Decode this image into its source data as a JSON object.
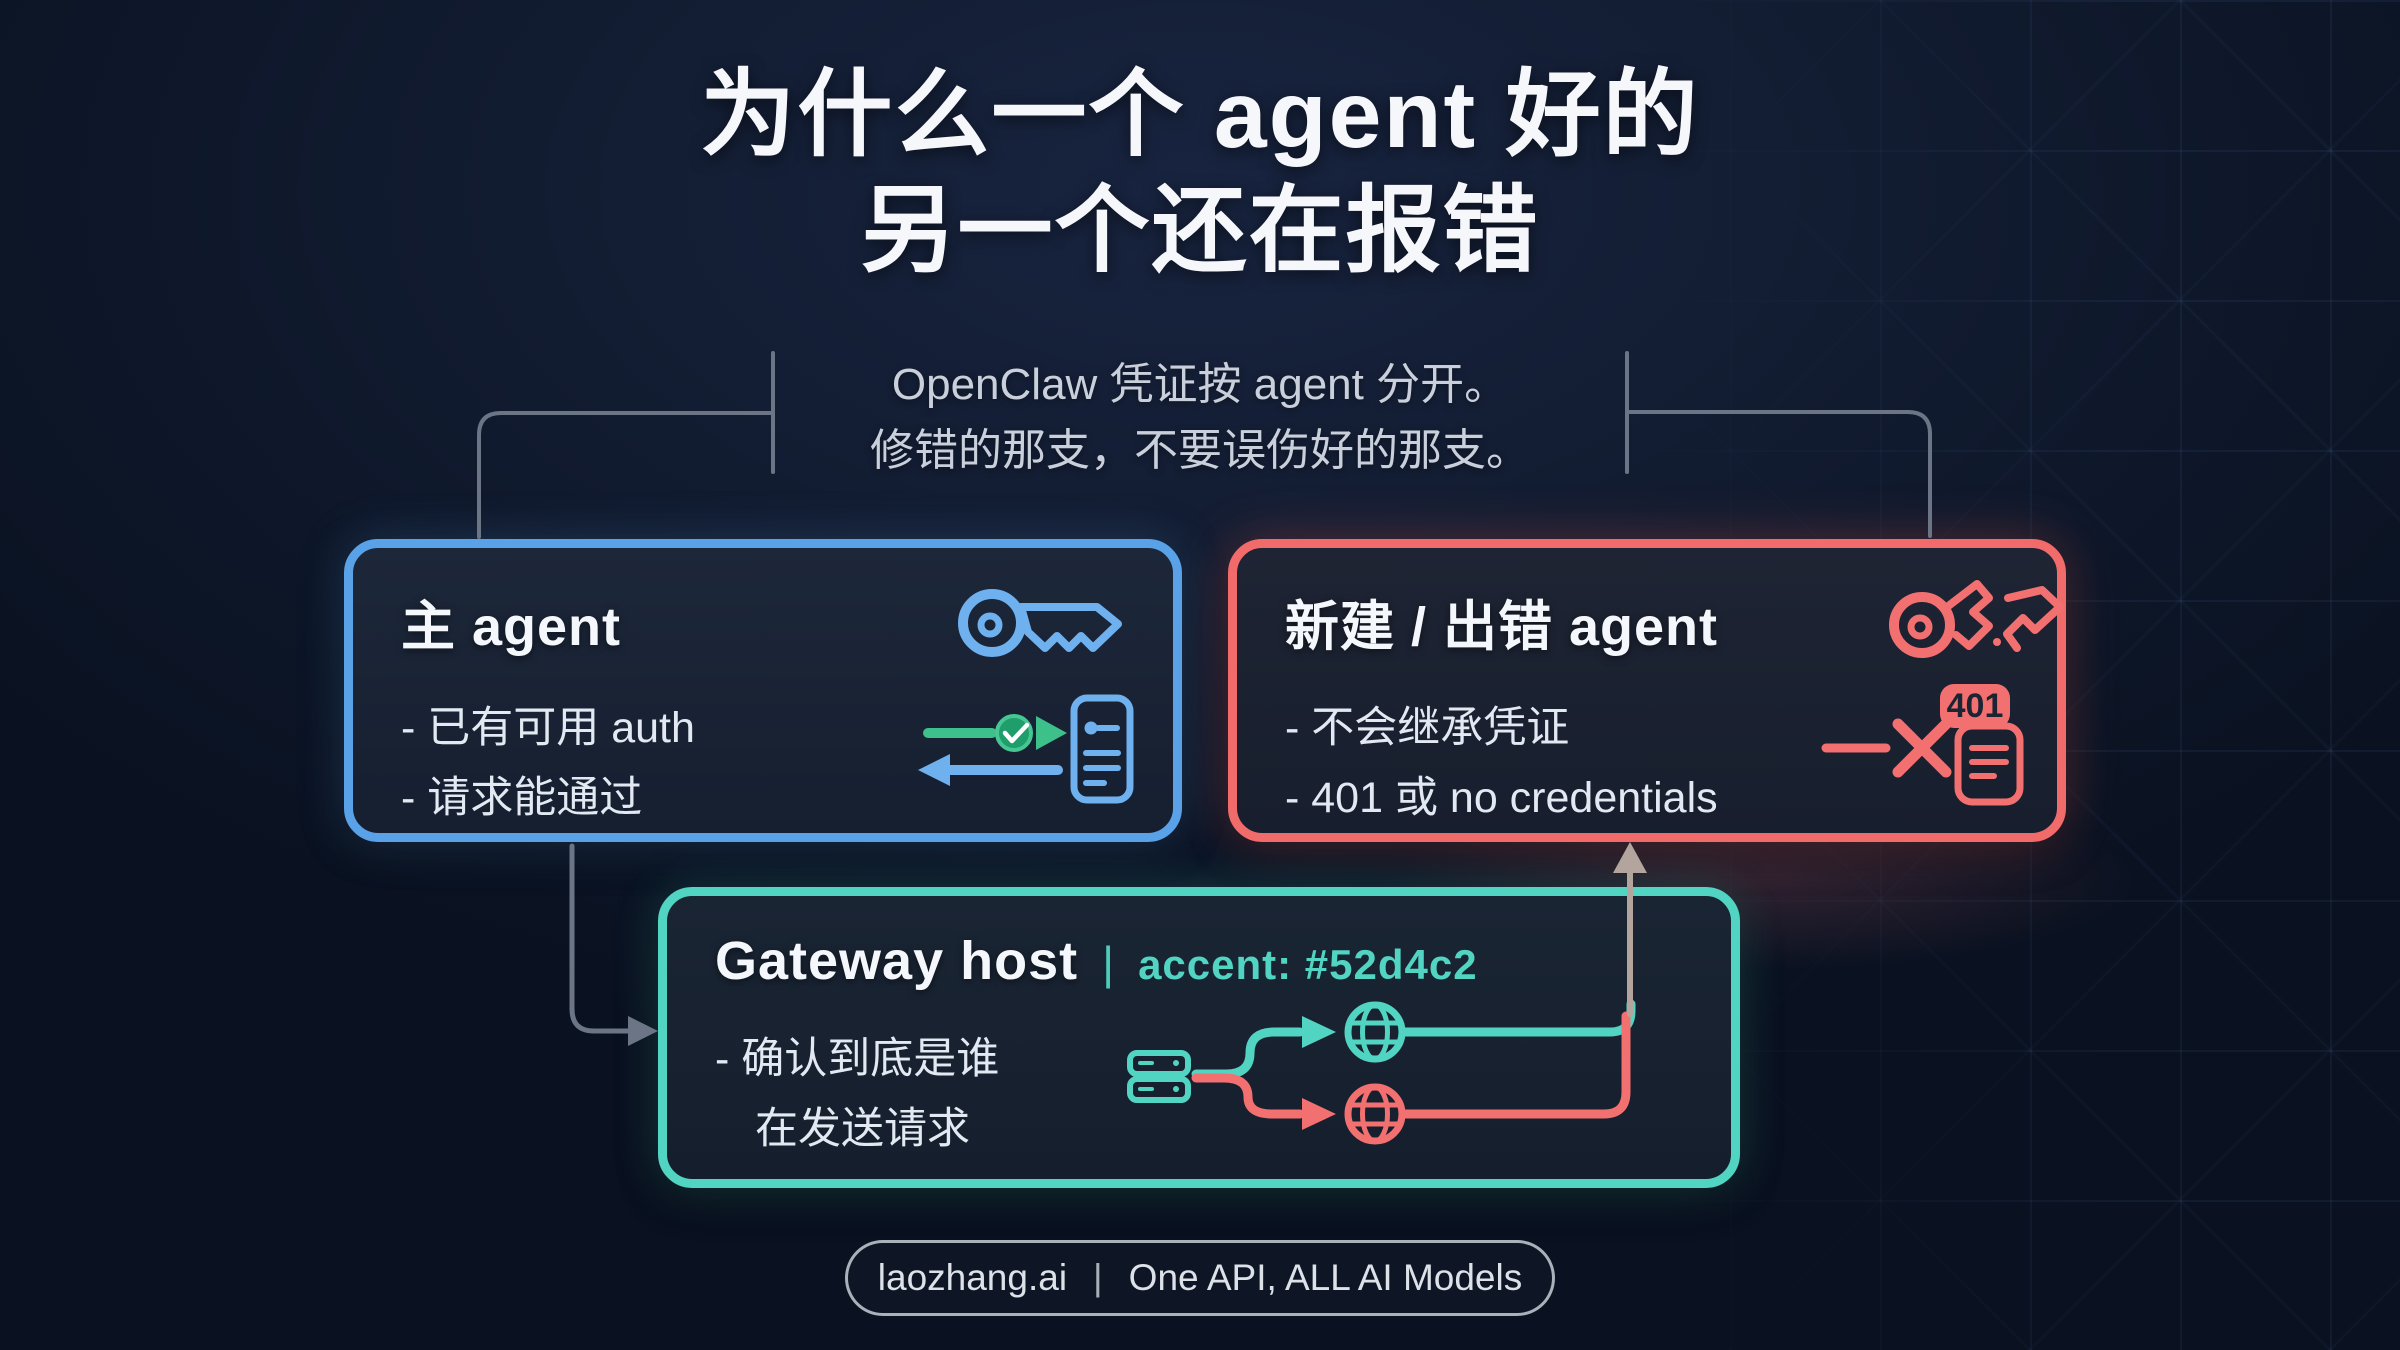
{
  "title": {
    "line1": "为什么一个 agent 好的",
    "line2": "另一个还在报错"
  },
  "subtitle": {
    "line1": "OpenClaw 凭证按 agent 分开。",
    "line2": "修错的那支，不要误伤好的那支。"
  },
  "boxes": {
    "main_agent": {
      "heading": "主 agent",
      "bullets": [
        "- 已有可用 auth",
        "- 请求能通过"
      ],
      "accent_color": "#5aa2e8",
      "icons": [
        "key-icon",
        "request-arrow-icon",
        "check-circle-icon",
        "auth-server-icon",
        "response-arrow-icon"
      ]
    },
    "error_agent": {
      "heading": "新建 / 出错 agent",
      "bullets": [
        "- 不会继承凭证",
        "- 401 或 no credentials"
      ],
      "badge_label": "401",
      "accent_color": "#f16b6b",
      "icons": [
        "broken-key-icon",
        "x-icon",
        "error-server-icon",
        "badge-401"
      ]
    },
    "gateway": {
      "heading": "Gateway host",
      "divider": "|",
      "accent_label": "accent: #52d4c2",
      "bullets": [
        "- 确认到底是谁",
        "在发送请求"
      ],
      "accent_color": "#52d4c2",
      "icons": [
        "gateway-server-icon",
        "globe-icon-success",
        "globe-icon-error"
      ]
    }
  },
  "footer": {
    "brand": "laozhang.ai",
    "divider": "|",
    "tagline": "One API, ALL AI Models"
  },
  "colors": {
    "background": "#0e1728",
    "success_green": "#3ec08a",
    "connector_gray": "#6b7585"
  }
}
